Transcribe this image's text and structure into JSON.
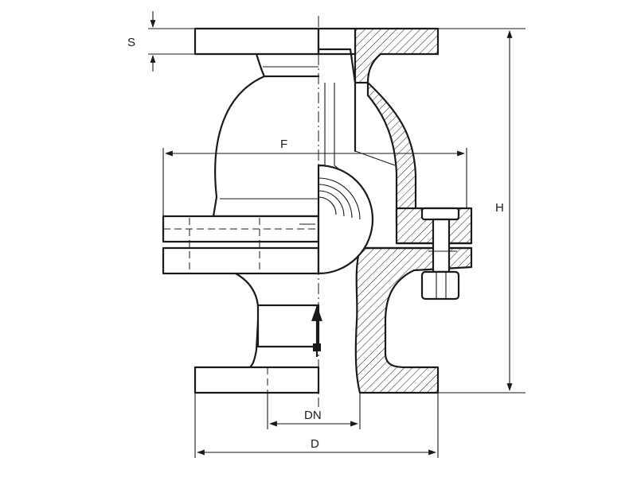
{
  "diagram": {
    "labels": {
      "s": "S",
      "f": "F",
      "h": "H",
      "dn": "DN",
      "d": "D"
    }
  }
}
